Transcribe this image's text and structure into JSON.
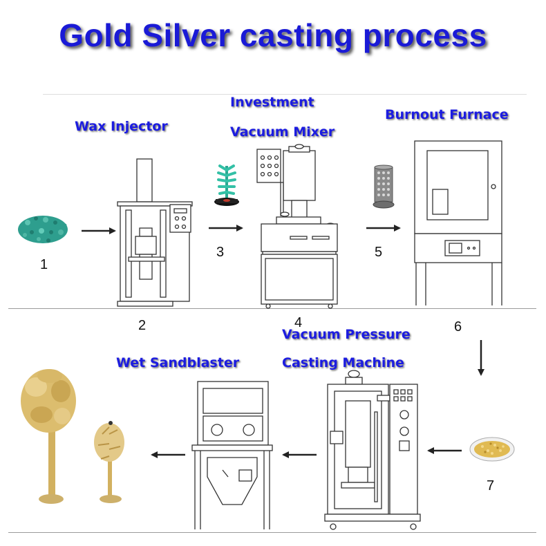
{
  "title": "Gold Silver casting process",
  "labels": {
    "wax_injector": "Wax Injector",
    "investment_line1": "Investment",
    "investment_line2": "Vacuum Mixer",
    "burnout_furnace": "Burnout Furnace",
    "vacuum_line1": "Vacuum Pressure",
    "vacuum_line2": "Casting Machine",
    "wet_sandblaster": "Wet Sandblaster"
  },
  "steps": [
    "1",
    "2",
    "3",
    "4",
    "5",
    "6",
    "7"
  ],
  "colors": {
    "title": "#1a1ad6",
    "label": "#1c1ce0",
    "wax": "#2e9e8e",
    "gold": "#d8b45a",
    "line": "#222222"
  }
}
